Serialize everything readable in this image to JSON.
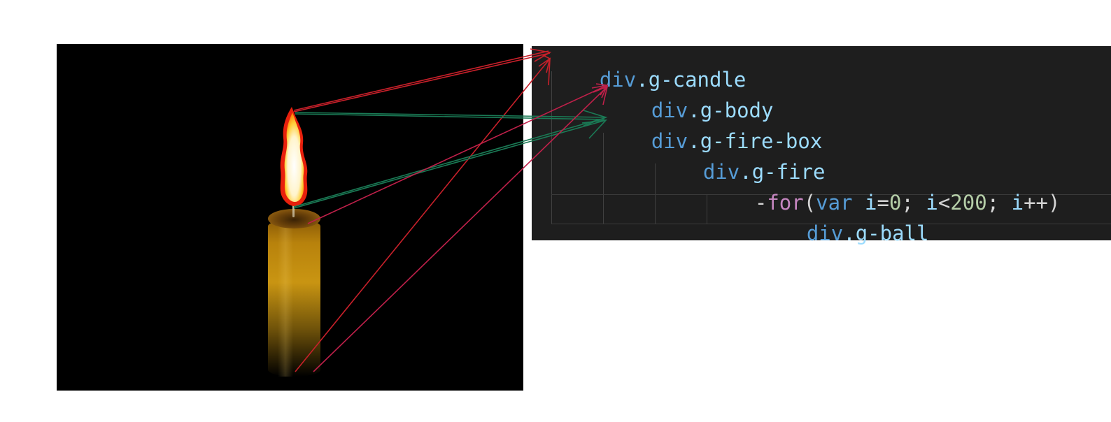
{
  "code": {
    "lines": [
      {
        "tag": "div",
        "dot": ".",
        "cls": "g-candle"
      },
      {
        "tag": "div",
        "dot": ".",
        "cls": "g-body"
      },
      {
        "tag": "div",
        "dot": ".",
        "cls": "g-fire-box"
      },
      {
        "tag": "div",
        "dot": ".",
        "cls": "g-fire"
      },
      {
        "dash": "-",
        "kw": "for",
        "open": "(",
        "var": "var",
        "i1": " i",
        "eq": "=",
        "n0": "0",
        "semi1": "; ",
        "i2": "i",
        "lt": "<",
        "n200": "200",
        "semi2": "; ",
        "i3": "i",
        "inc": "++",
        "close": ")"
      },
      {
        "tag": "div",
        "dot": ".",
        "cls": "g-ball"
      }
    ]
  },
  "colors": {
    "code_background": "#1e1e1e",
    "candle_background": "#000000",
    "arrow_red": "#c8202a",
    "arrow_green": "#1a7a55",
    "arrow_crimson": "#c0204a"
  }
}
